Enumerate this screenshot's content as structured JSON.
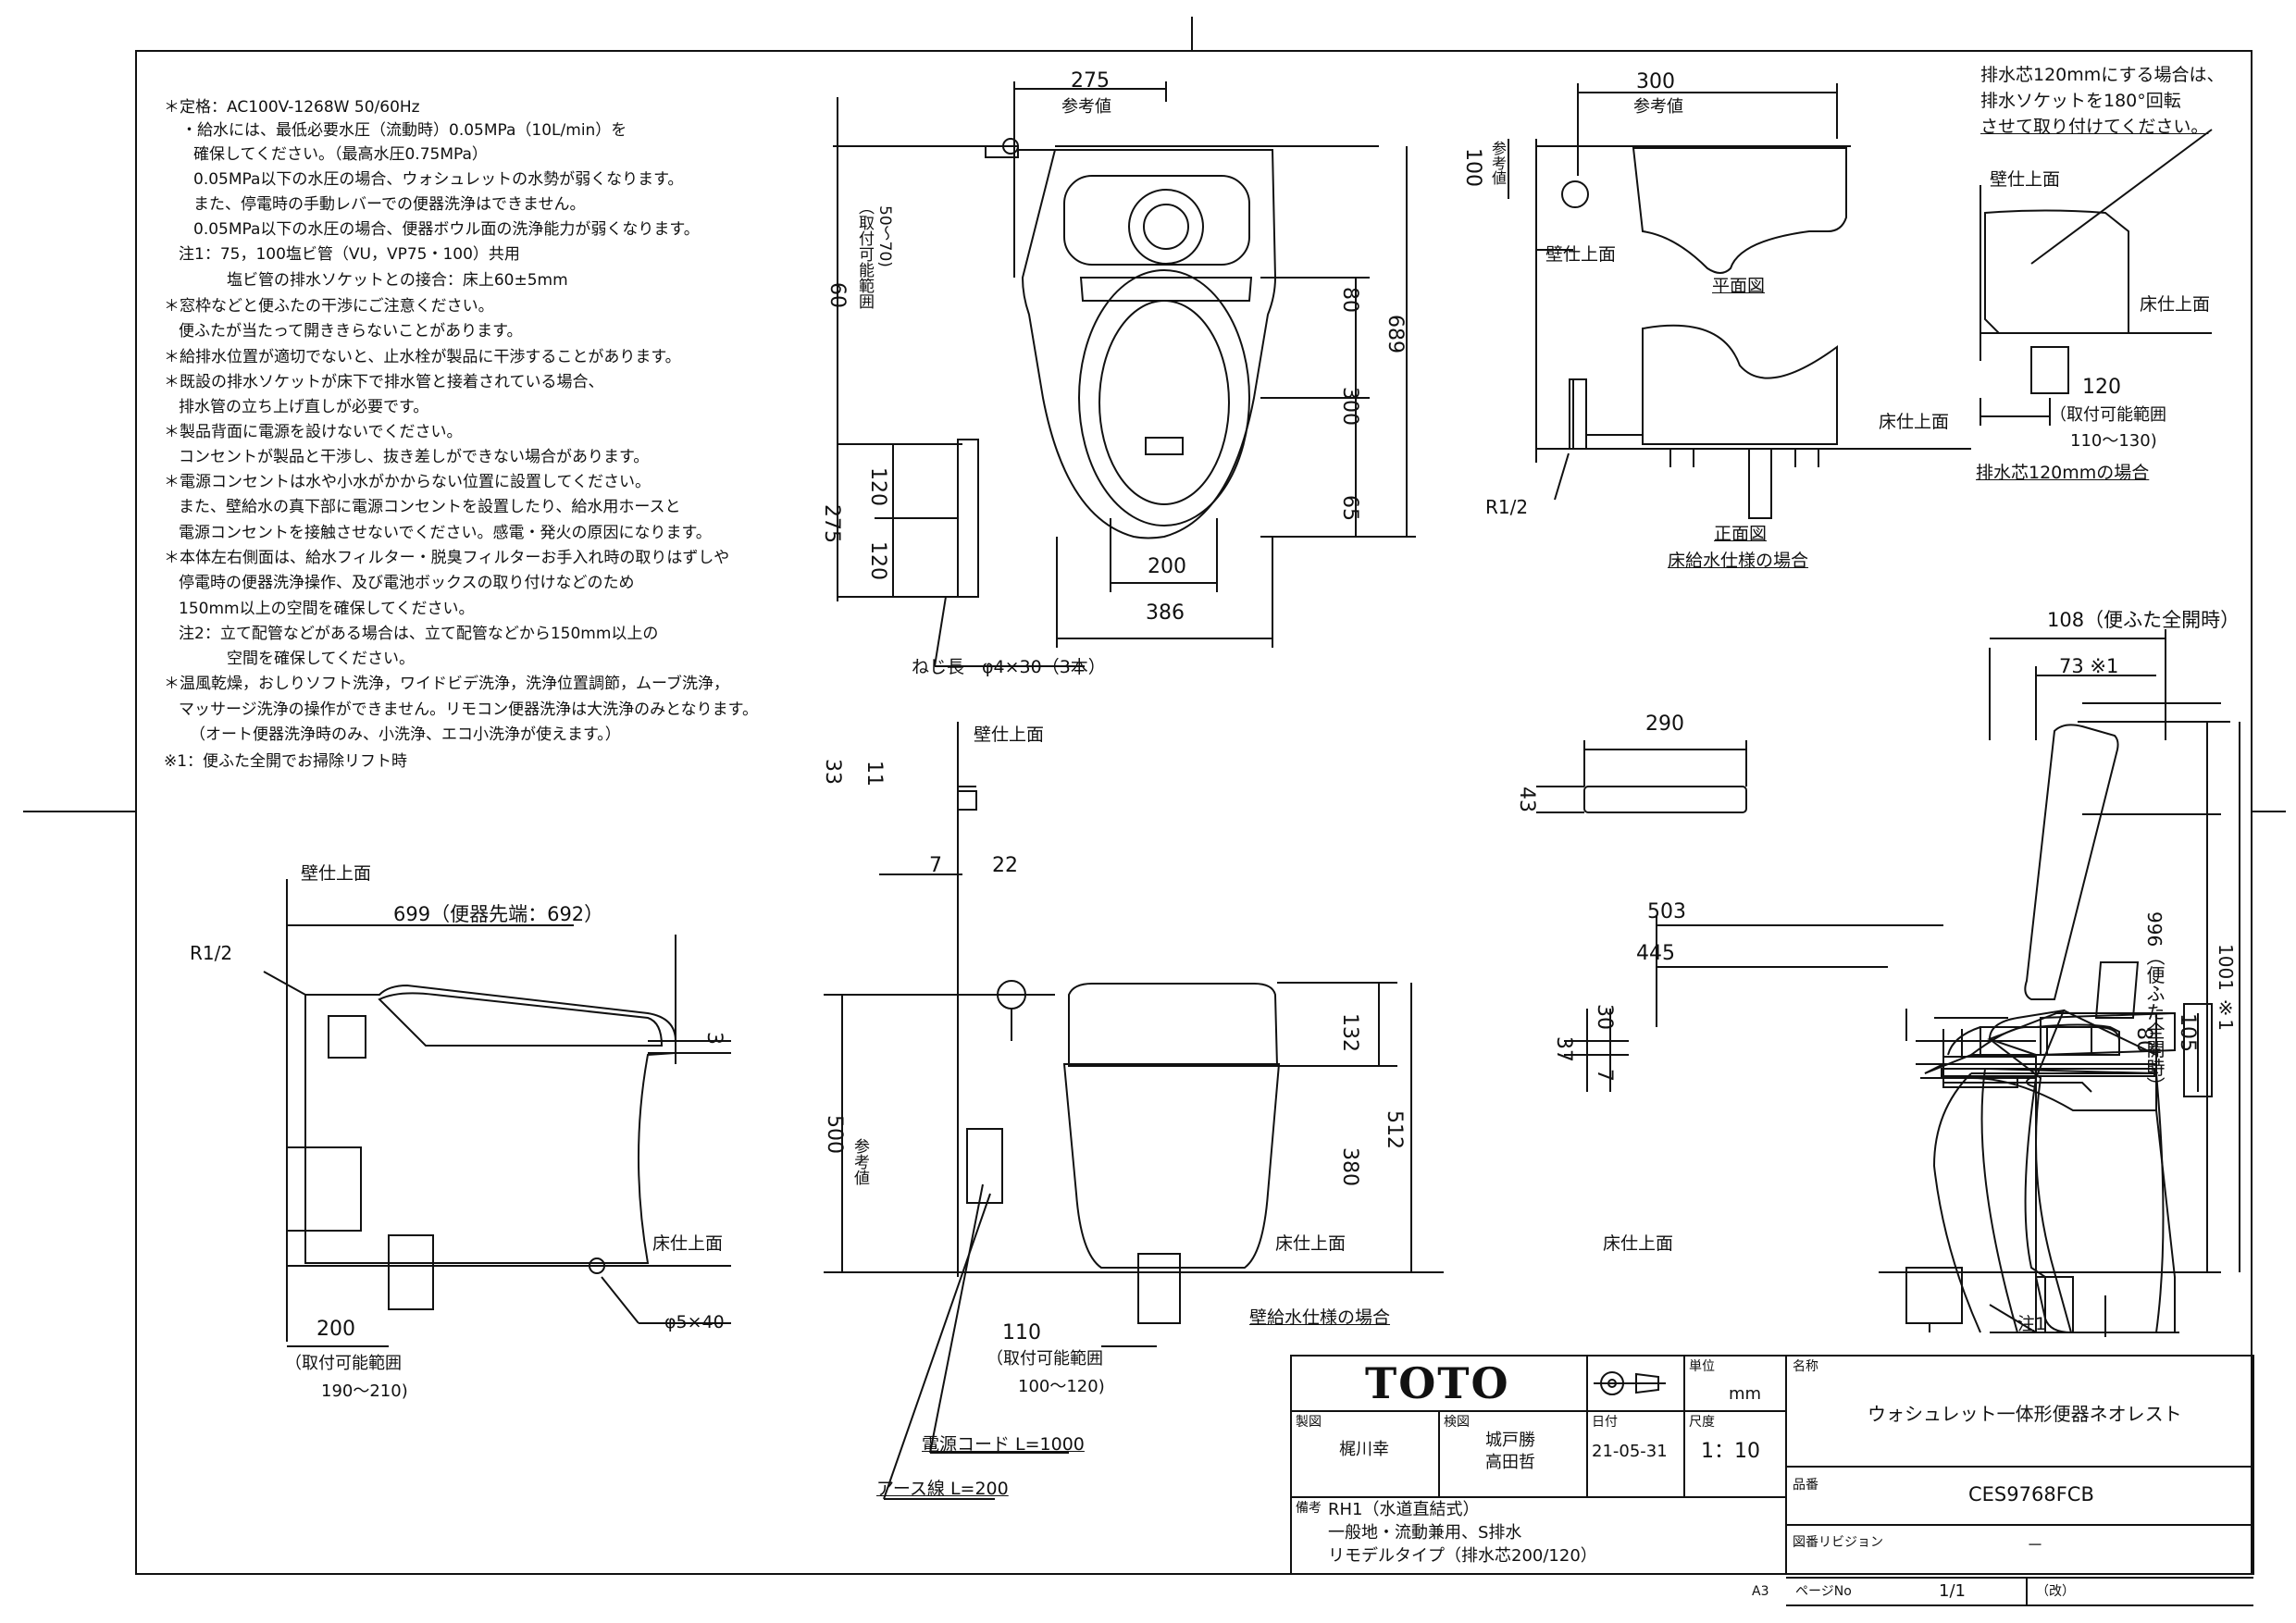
{
  "notes": [
    "＊定格：AC100V-1268W 50/60Hz",
    "・給水には、最低必要水圧（流動時）0.05MPa（10L/min）を",
    "確保してください。（最高水圧0.75MPa）",
    "0.05MPa以下の水圧の場合、ウォシュレットの水勢が弱くなります。",
    "また、停電時の手動レバーでの便器洗浄はできません。",
    "0.05MPa以下の水圧の場合、便器ボウル面の洗浄能力が弱くなります。",
    "注1：75，100塩ビ管（VU，VP75・100）共用",
    "塩ビ管の排水ソケットとの接合：床上60±5mm",
    "＊窓枠などと便ふたの干渉にご注意ください。",
    "便ふたが当たって開ききらないことがあります。",
    "＊給排水位置が適切でないと、止水栓が製品に干渉することがあります。",
    "＊既設の排水ソケットが床下で排水管と接着されている場合、",
    "排水管の立ち上げ直しが必要です。",
    "＊製品背面に電源を設けないでください。",
    "コンセントが製品と干渉し、抜き差しができない場合があります。",
    "＊電源コンセントは水や小水がかからない位置に設置してください。",
    "また、壁給水の真下部に電源コンセントを設置したり、給水用ホースと",
    "電源コンセントを接触させないでください。感電・発火の原因になります。",
    "＊本体左右側面は、給水フィルター・脱臭フィルターお手入れ時の取りはずしや",
    "停電時の便器洗浄操作、及び電池ボックスの取り付けなどのため",
    "150mm以上の空間を確保してください。",
    "注2：立て配管などがある場合は、立て配管などから150mm以上の",
    "空間を確保してください。",
    "＊温風乾燥，おしりソフト洗浄，ワイドビデ洗浄，洗浄位置調節，ムーブ洗浄，",
    "マッサージ洗浄の操作ができません。リモコン便器洗浄は大洗浄のみとなります。",
    "（オート便器洗浄時のみ、小洗浄、エコ小洗浄が使えます。）",
    "※1：便ふた全開でお掃除リフト時"
  ],
  "labels": {
    "wall_surface": "壁仕上面",
    "floor_surface": "床仕上面",
    "reference": "参考値",
    "plan_view": "平面図",
    "front_view": "正面図",
    "floor_supply_case": "床給水仕様の場合",
    "wall_supply_case": "壁給水仕様の場合",
    "drain120_case": "排水芯120mmの場合",
    "drain120_note_1": "排水芯120mmにする場合は、",
    "drain120_note_2": "排水ソケットを180°回転",
    "drain120_note_3": "させて取り付けてください。",
    "range_label": "（取付可能範囲",
    "screw": "ねじ長　φ4×30（3本）",
    "power_cord": "電源コード L=1000",
    "earth_wire": "アース線 L=200",
    "note2": "注1",
    "r12_a": "R1/2",
    "r12_b": "R1/2",
    "phi540": "φ5×40"
  },
  "dims": {
    "d275": "275",
    "d60": "60",
    "d5070": "50～70)",
    "d80": "80",
    "d689": "689",
    "d300a": "300",
    "d65": "65",
    "d200a": "200",
    "d386": "386",
    "d275b": "275",
    "d120a": "120",
    "d120b": "120",
    "d300b": "300",
    "d100": "100",
    "d120c": "120",
    "d110130": "110～130)",
    "d108": "108（便ふた全開時）",
    "d73": "73 ※1",
    "d290": "290",
    "d43": "43",
    "d33": "33",
    "d11": "11",
    "d7a": "7",
    "d22": "22",
    "d699": "699（便器先端：692）",
    "d3": "3",
    "d200b": "200",
    "d190210": "190～210)",
    "d132": "132",
    "d512": "512",
    "d380": "380",
    "d500": "500",
    "d110": "110",
    "d100120": "100～120)",
    "d503": "503",
    "d445": "445",
    "d30": "30",
    "d37": "37",
    "d7b": "7",
    "d80b": "80",
    "d105": "105",
    "d996": "996（便ふた全開時）",
    "d1001": "1001 ※1"
  },
  "titleblock": {
    "logo": "TOTO",
    "unit_label": "単位",
    "unit": "mm",
    "name_label": "名称",
    "name": "ウォシュレット一体形便器ネオレスト",
    "drawn_label": "製図",
    "drawn": "梶川幸",
    "checked_label": "検図",
    "checked_1": "城戸勝",
    "checked_2": "高田哲",
    "date_label": "日付",
    "date": "21-05-31",
    "scale_label": "尺度",
    "scale": "1：10",
    "product_label": "品番",
    "product": "CES9768FCB",
    "remarks_label": "備考",
    "remarks_1": "RH1（水道直結式）",
    "remarks_2": "一般地・流動兼用、S排水",
    "remarks_3": "リモデルタイプ（排水芯200/120）",
    "revision_label": "図番リビジョン",
    "revision": "－",
    "page_label": "ページNo",
    "page": "1/1",
    "page_suffix": "（改）",
    "sheet_size": "A3"
  }
}
